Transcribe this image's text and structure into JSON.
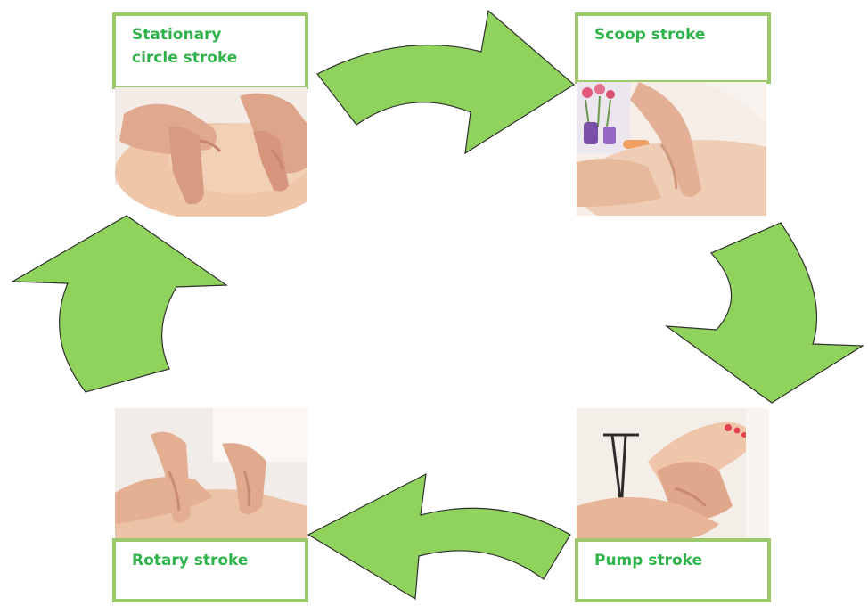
{
  "diagram": {
    "theme_colors": {
      "arrow_fill": "#8fd35c",
      "arrow_stroke": "#303030",
      "box_border": "#9bc96b",
      "label_text": "#2fb34a"
    },
    "steps": [
      {
        "label": "Stationary circle stroke",
        "label_lines": [
          "Stationary",
          "circle stroke"
        ],
        "position": "top-left"
      },
      {
        "label": "Scoop stroke",
        "label_lines": [
          "Scoop stroke"
        ],
        "position": "top-right"
      },
      {
        "label": "Pump stroke",
        "label_lines": [
          "Pump stroke"
        ],
        "position": "bottom-right"
      },
      {
        "label": "Rotary stroke",
        "label_lines": [
          "Rotary stroke"
        ],
        "position": "bottom-left"
      }
    ],
    "flow_direction": "clockwise",
    "connector_icon": "curved-arrow-icon"
  }
}
